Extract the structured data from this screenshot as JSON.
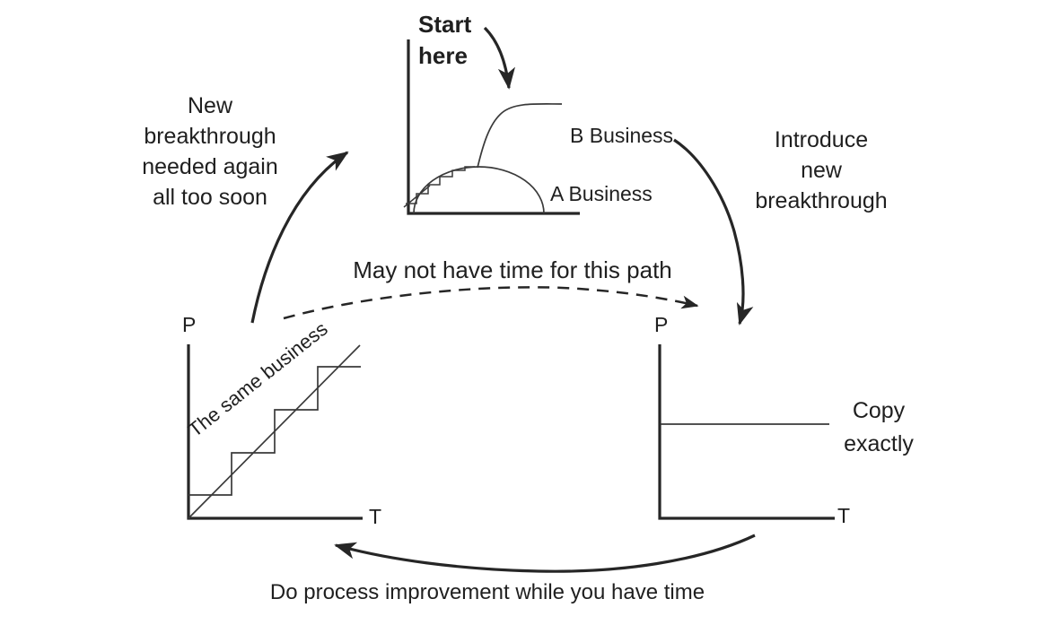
{
  "colors": {
    "ink": "#262626",
    "background": "#ffffff"
  },
  "top_chart": {
    "start_here": "Start\nhere",
    "b_business": "B Business",
    "a_business": "A Business"
  },
  "left_chart": {
    "y_label": "P",
    "x_label": "T",
    "line_label": "The same business"
  },
  "right_chart": {
    "y_label": "P",
    "x_label": "T",
    "line_label": "Copy\nexactly"
  },
  "annotations": {
    "left": "New\nbreakthrough\nneeded again\nall too soon",
    "right": "Introduce\nnew\nbreakthrough",
    "middle": "May not have time for this path",
    "bottom": "Do process improvement while you have time"
  }
}
